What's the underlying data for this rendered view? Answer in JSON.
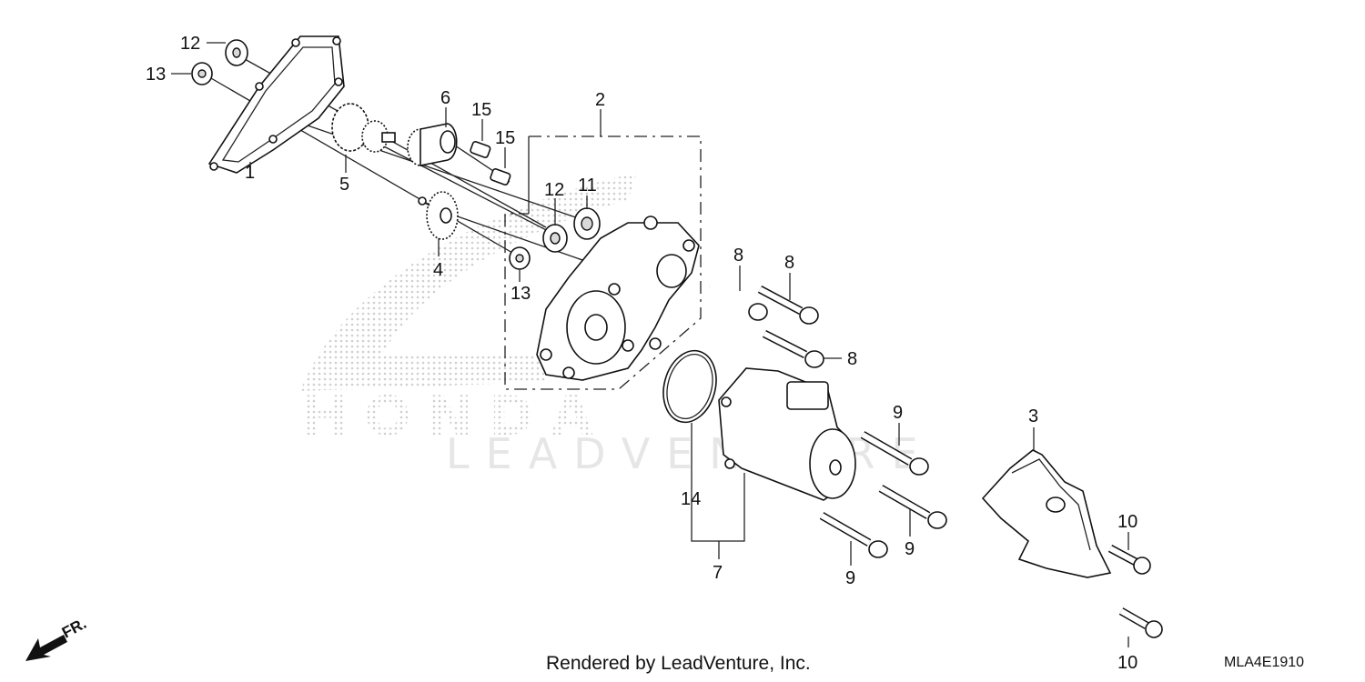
{
  "callouts": {
    "c1": "1",
    "c2": "2",
    "c3": "3",
    "c4": "4",
    "c5": "5",
    "c6": "6",
    "c7": "7",
    "c8a": "8",
    "c8b": "8",
    "c8c": "8",
    "c9a": "9",
    "c9b": "9",
    "c9c": "9",
    "c10a": "10",
    "c10b": "10",
    "c11": "11",
    "c12a": "12",
    "c12b": "12",
    "c13a": "13",
    "c13b": "13",
    "c14": "14",
    "c15a": "15",
    "c15b": "15"
  },
  "front_arrow_label": "FR.",
  "watermark": {
    "brand": "HONDA",
    "studio": "LEADVENTURE"
  },
  "footer": "Rendered by LeadVenture, Inc.",
  "diagram_code": "MLA4E1910"
}
